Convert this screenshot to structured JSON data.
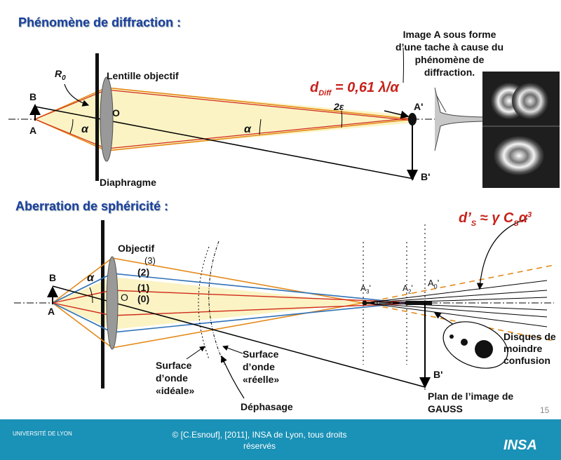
{
  "section1": {
    "title": "Phénomène de diffraction :",
    "labels": {
      "B": "B",
      "A": "A",
      "R0": "R",
      "R0_sub": "0",
      "lens": "Lentille objectif",
      "O": "O",
      "alpha1": "α",
      "alpha2": "α",
      "two_eps": "2ε",
      "Ap": "A'",
      "Bp": "B'",
      "diaphragm": "Diaphragme"
    },
    "formula": "d",
    "formula_sub": "Diff",
    "formula_rest": " = 0,61 λ/α",
    "note": "Image A sous forme d’une tache à cause du phénomène de diffraction."
  },
  "section2": {
    "title": "Aberration de sphéricité :",
    "formula": "d’",
    "formula_sub": "S",
    "formula_rest": " ≈ γ C",
    "formula_sub2": "S",
    "formula_rest2": "α",
    "formula_sup": "3",
    "labels": {
      "objective": "Objectif",
      "r3": "(3)",
      "r2": "(2)",
      "r1": "(1)",
      "r0": "(0)",
      "B": "B",
      "A": "A",
      "O": "O",
      "alpha": "α",
      "A3": "A",
      "A3_sub": "3",
      "A2": "A",
      "A2_sub": "2",
      "A0": "A",
      "A0_sub": "0",
      "Bp": "B'",
      "ideal_wave": "Surface d’onde «idéale»",
      "real_wave": "Surface d’onde «réelle»",
      "phase_shift": "Déphasage",
      "confusion": "Disques de moindre confusion",
      "gauss_plane": "Plan de l’image de GAUSS"
    }
  },
  "footer": {
    "copyright": "© [C.Esnouf], [2011], INSA de Lyon, tous droits réservés",
    "page": "15",
    "logo_left": "UNIVERSITÉ DE LYON",
    "logo_right": "INSA"
  },
  "colors": {
    "title": "#1a3f9e",
    "cone": "#fbf3c4",
    "ray_orange": "#e48a1a",
    "ray_blue": "#2f72b8",
    "ray_red": "#d02a1a",
    "formula": "#c8211b",
    "footer": "#1a91b6"
  }
}
